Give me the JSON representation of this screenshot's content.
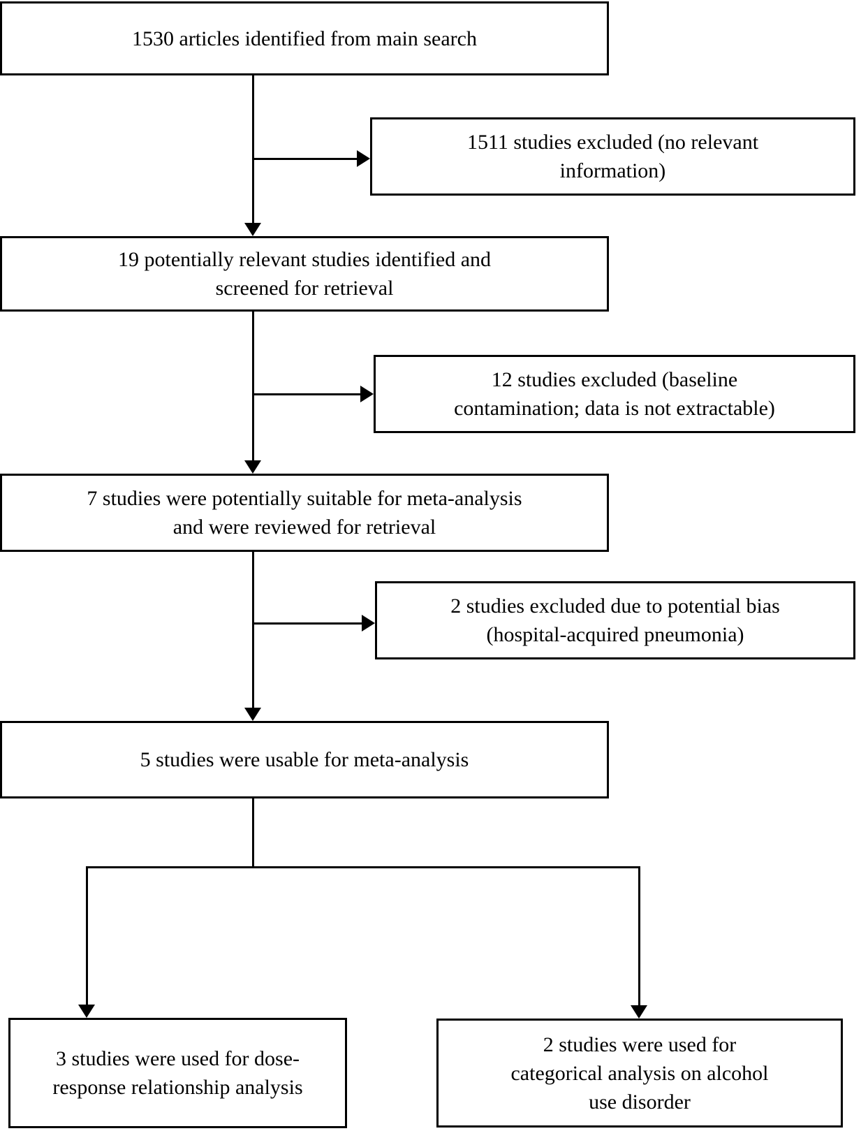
{
  "colors": {
    "background": "#ffffff",
    "box_fill": "#ffffff",
    "box_border": "#000000",
    "line": "#000000",
    "text": "#000000"
  },
  "flowchart": {
    "type": "study-selection-flow-diagram",
    "boxes": [
      {
        "id": "articles-identified",
        "text": "1530 articles identified from main search"
      },
      {
        "id": "excluded-no-relevant",
        "text": "1511 studies excluded (no relevant\ninformation)"
      },
      {
        "id": "relevant-screened",
        "text": "19 potentially relevant studies identified and\nscreened for retrieval"
      },
      {
        "id": "excluded-baseline",
        "text": "12 studies excluded (baseline\ncontamination; data is not extractable)"
      },
      {
        "id": "potentially-suitable",
        "text": "7 studies were potentially suitable for meta-analysis\nand were reviewed for retrieval"
      },
      {
        "id": "excluded-bias",
        "text": "2 studies excluded due to potential bias\n(hospital-acquired pneumonia)"
      },
      {
        "id": "usable-meta-analysis",
        "text": "5 studies were usable for meta-analysis"
      },
      {
        "id": "dose-response-analysis",
        "text": "3 studies were used for dose-\nresponse relationship analysis"
      },
      {
        "id": "categorical-analysis",
        "text": "2 studies were used for\ncategorical analysis on alcohol\nuse disorder"
      }
    ]
  }
}
